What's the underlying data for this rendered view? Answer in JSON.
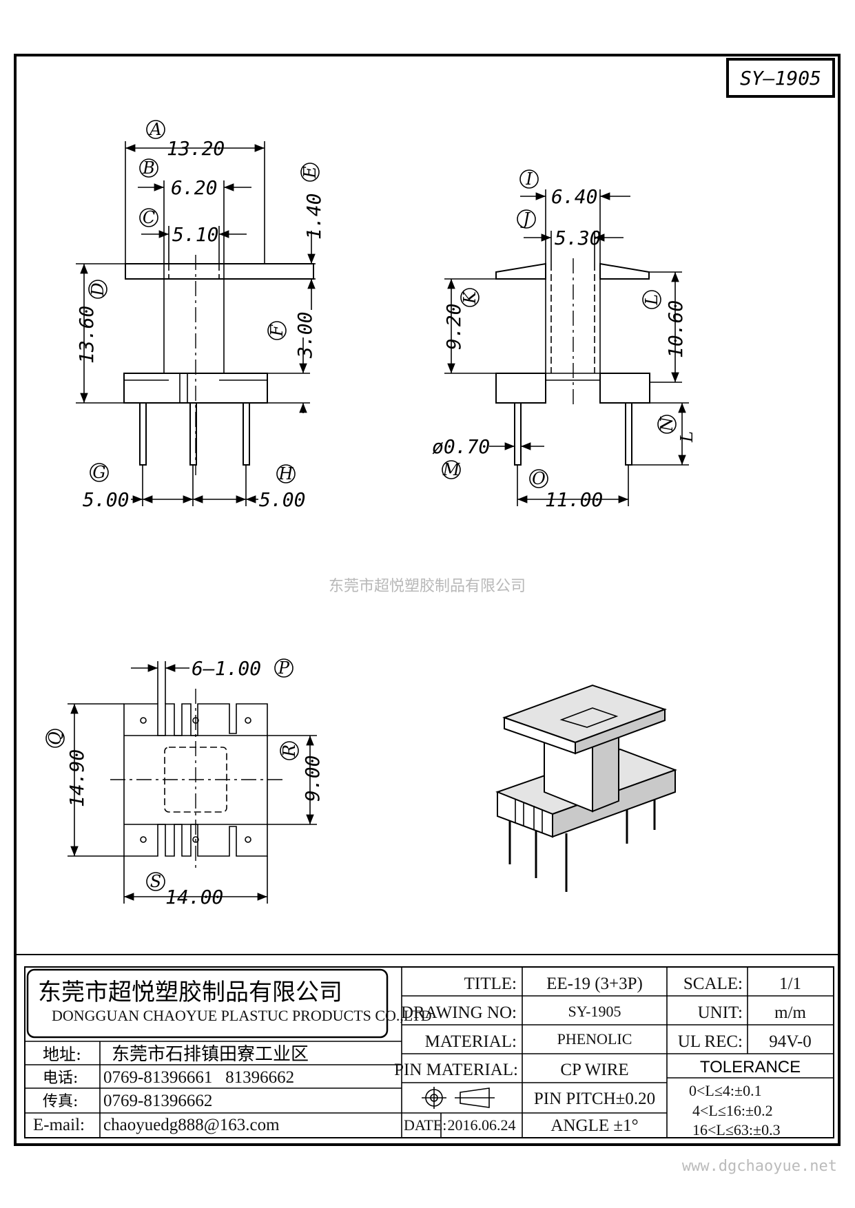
{
  "drawing": {
    "part_number": "SY–1905",
    "watermark": "东莞市超悦塑胶制品有限公司",
    "website": "www.dgchaoyue.net",
    "front_view": {
      "dims": {
        "A": "13.20",
        "B": "6.20",
        "C": "5.10",
        "D": "13.60",
        "E": "1.40",
        "F": "3.00",
        "G": "5.00",
        "H": "5.00"
      },
      "labels": [
        "A",
        "B",
        "C",
        "D",
        "E",
        "F",
        "G",
        "H"
      ]
    },
    "side_view": {
      "dims": {
        "I": "6.40",
        "J": "5.30",
        "K": "9.20",
        "L": "10.60",
        "M": "ø0.70",
        "N": "L",
        "O": "11.00"
      },
      "labels": [
        "I",
        "J",
        "K",
        "L",
        "M",
        "N",
        "O"
      ]
    },
    "bottom_view": {
      "dims": {
        "P": "6–1.00",
        "Q": "14.90",
        "R": "9.00",
        "S": "14.00"
      },
      "labels": [
        "P",
        "Q",
        "R",
        "S"
      ]
    }
  },
  "title_block": {
    "company_cn": "东莞市超悦塑胶制品有限公司",
    "company_en": "DONGGUAN CHAOYUE PLASTUC PRODUCTS CO.,LTD",
    "address_label": "地址:",
    "address": "东莞市石排镇田寮工业区",
    "phone_label": "电话:",
    "phone": "0769-81396661   81396662",
    "fax_label": "传真:",
    "fax": "0769-81396662",
    "email_label": "E-mail:",
    "email": "chaoyuedg888@163.com",
    "title_label": "TITLE:",
    "title": "EE-19 (3+3P)",
    "drawing_no_label": "DRAWING NO:",
    "drawing_no": "SY-1905",
    "material_label": "MATERIAL:",
    "material": "PHENOLIC",
    "pin_material_label": "PIN MATERIAL:",
    "pin_material": "CP WIRE",
    "pin_pitch": "PIN PITCH±0.20",
    "angle": "ANGLE  ±1°",
    "date_label": "DATE:",
    "date": "2016.06.24",
    "scale_label": "SCALE:",
    "scale": "1/1",
    "unit_label": "UNIT:",
    "unit": "m/m",
    "ul_label": "UL REC:",
    "ul": "94V-0",
    "tolerance_label": "TOLERANCE",
    "tolerances": [
      "0<L≤4:±0.1",
      "4<L≤16:±0.2",
      "16<L≤63:±0.3"
    ]
  }
}
